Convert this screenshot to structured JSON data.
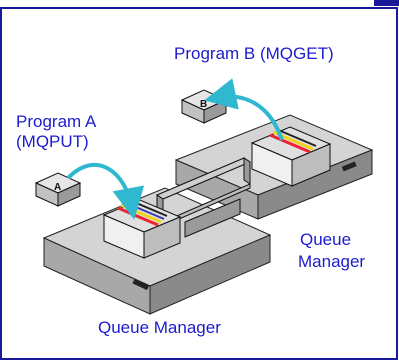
{
  "diagram": {
    "labels": {
      "program_b": "Program B (MQGET)",
      "program_a_line1": "Program A",
      "program_a_line2": "(MQPUT)",
      "qm_right_line1": "Queue",
      "qm_right_line2": "Manager",
      "qm_left": "Queue Manager"
    },
    "box_labels": {
      "program_a": "A",
      "program_b": "B"
    },
    "colors": {
      "label_text": "#1c1ccf",
      "arrow": "#2fb8d0",
      "frame_border": "#1a1a99",
      "platform_top": "#d4d4d4",
      "platform_side": "#8a8a8a"
    }
  }
}
